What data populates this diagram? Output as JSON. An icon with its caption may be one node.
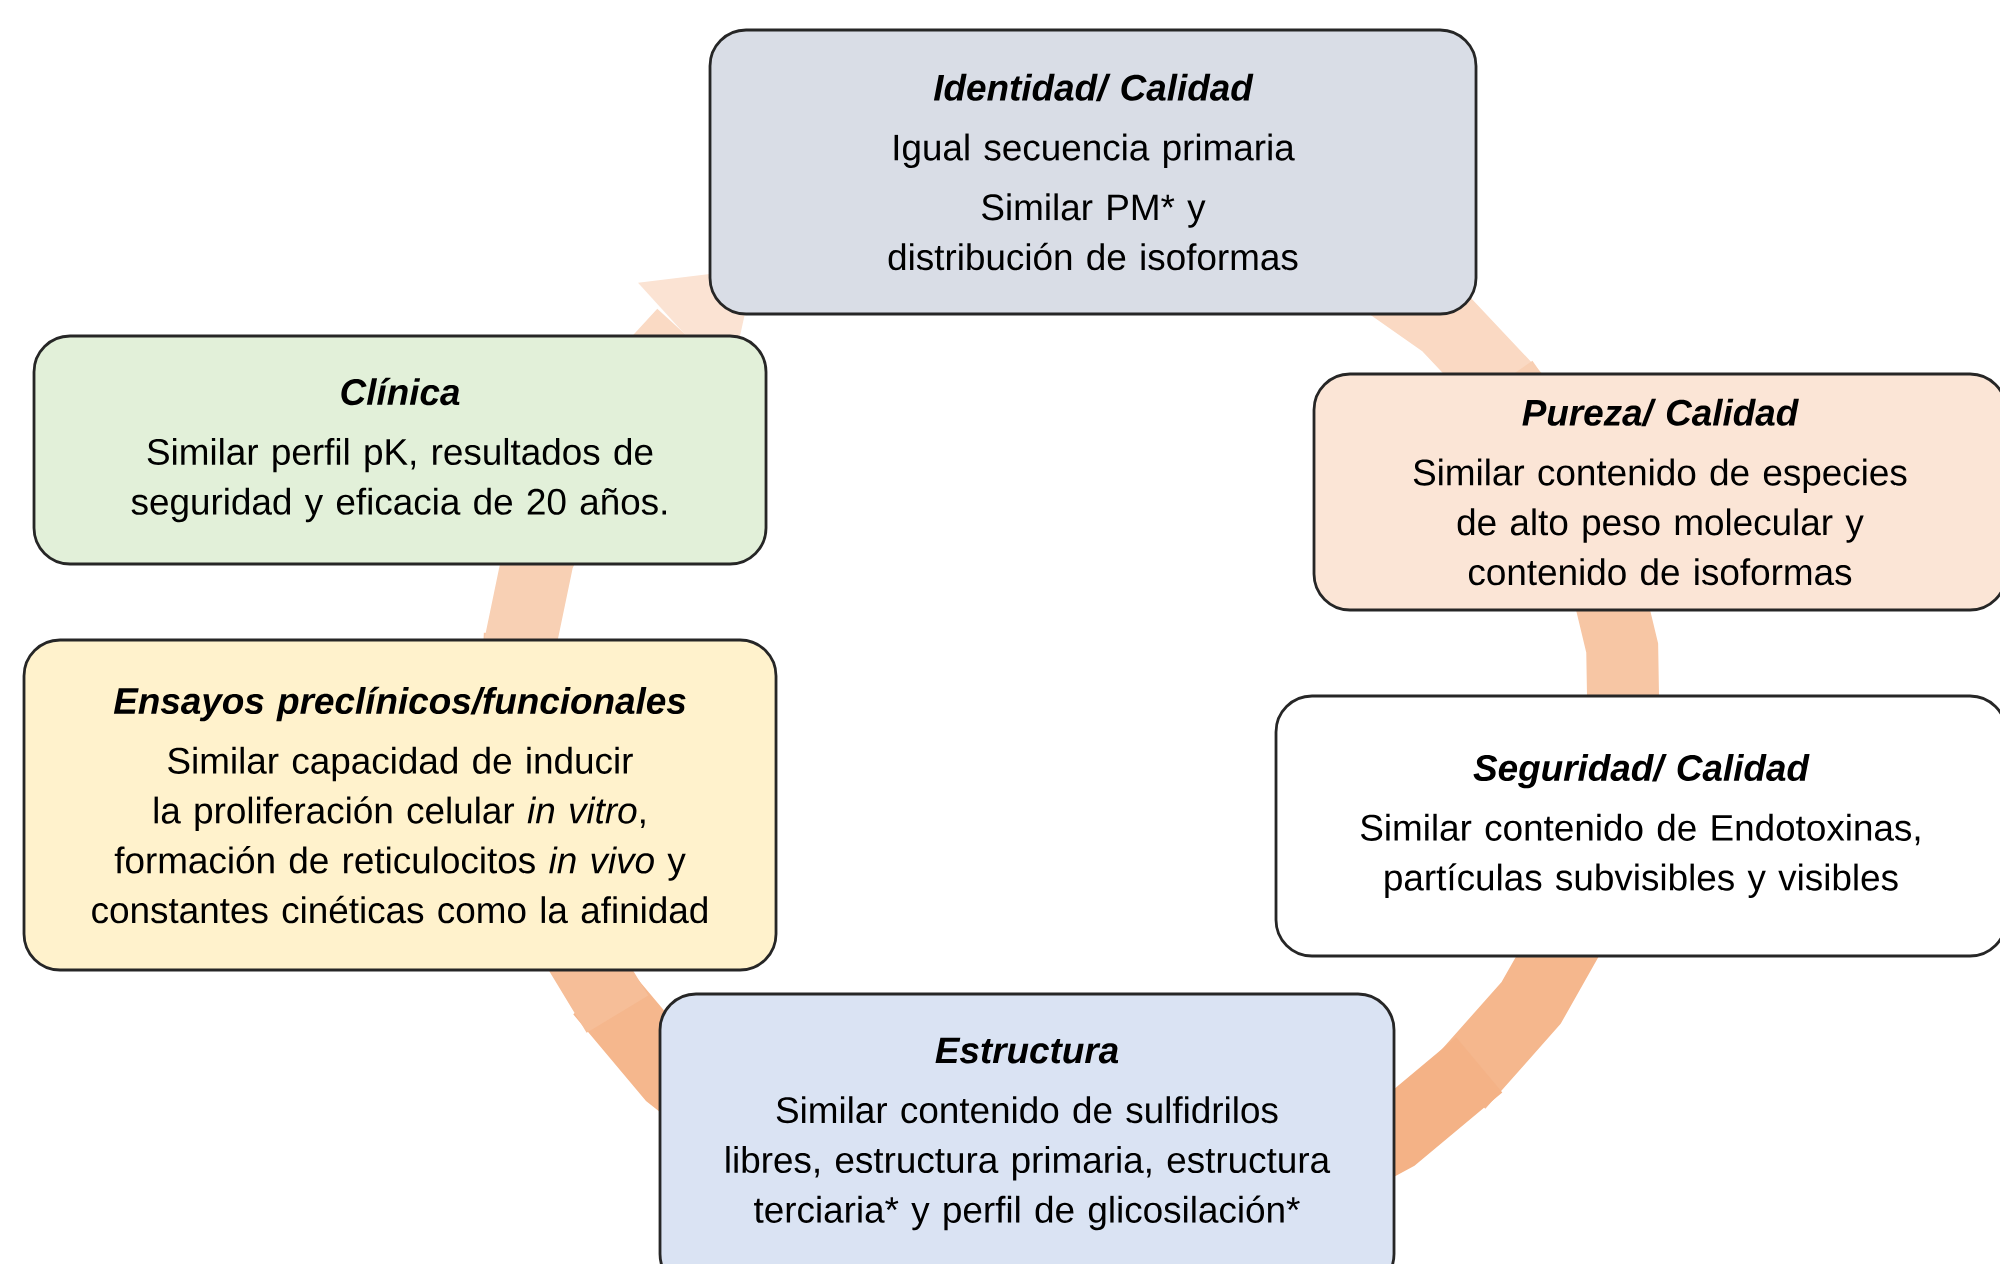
{
  "diagram": {
    "nodes": [
      {
        "text": [
          "Identidad/ Calidad",
          "Igual secuencia primaria",
          "Similar PM* y distribución de isoformas"
        ]
      },
      {
        "text": [
          "Pureza/ Calidad",
          "Similar contenido de especies de alto peso molecular y contenido de isoformas"
        ]
      },
      {
        "text": [
          "Seguridad/ Calidad",
          "Similar contenido de Endotoxinas, partículas subvisibles y visibles"
        ]
      },
      {
        "text": [
          "Estructura",
          "Similar contenido de sulfidrilos libres, estructura primaria, estructura terciaria* y perfil de glicosilación*"
        ]
      },
      {
        "text": [
          "Ensayos preclínicos/funcionales",
          "Similar capacidad de inducir la proliferación celular *in vitro*, formación de reticulocitos *in vivo* y constantes cinéticas como la afinidad"
        ]
      },
      {
        "text": [
          "Clínica",
          "Similar perfil pK, resultados de seguridad y eficacia de 20 años."
        ]
      }
    ]
  }
}
